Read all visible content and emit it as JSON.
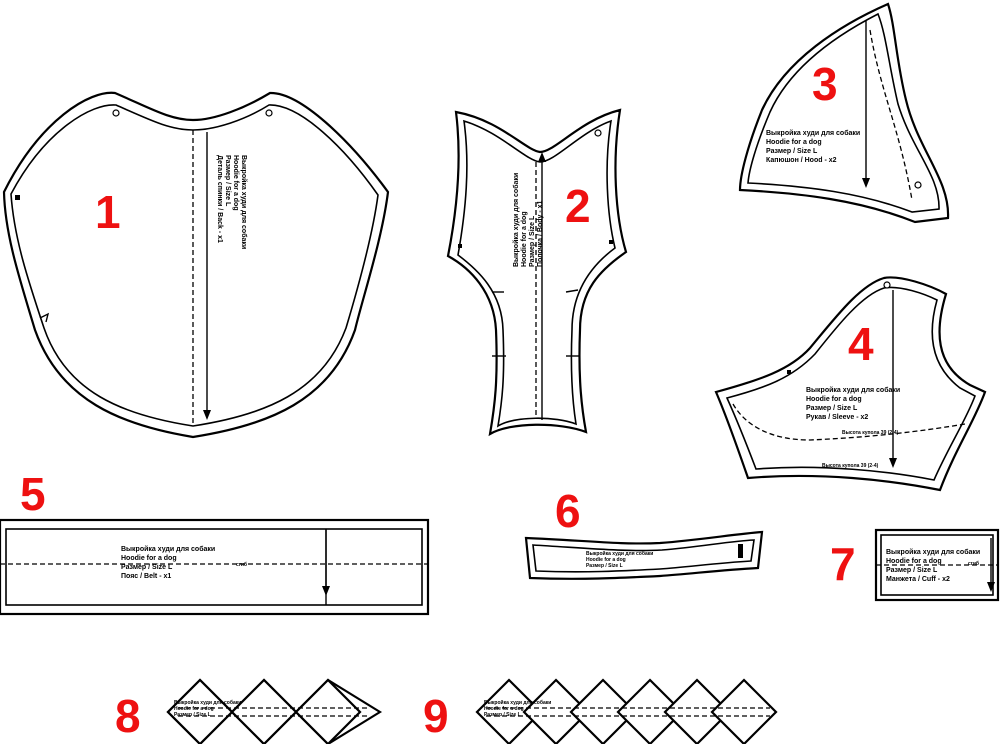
{
  "pieces": [
    {
      "number": "1",
      "label": [
        "Выкройка худи для собаки",
        "Hoodie for a dog",
        "Размер / Size L",
        "Деталь спинки / Back - x1"
      ]
    },
    {
      "number": "2",
      "label": [
        "Выкройка худи для собаки",
        "Hoodie for a dog",
        "Размер / Size L",
        "Полочка / Body - x1"
      ]
    },
    {
      "number": "3",
      "label": [
        "Выкройка худи для собаки",
        "Hoodie for a dog",
        "Размер / Size L",
        "Капюшон / Hood - x2"
      ]
    },
    {
      "number": "4",
      "label": [
        "Выкройка худи для собаки",
        "Hoodie for a dog",
        "Размер / Size L",
        "Рукав / Sleeve - x2"
      ],
      "notes": [
        "Высота купола 39 (2-4)",
        "Высота купола 39 (2-4)"
      ]
    },
    {
      "number": "5",
      "label": [
        "Выкройка худи для собаки",
        "Hoodie for a dog",
        "Размер / Size L",
        "Пояс / Belt - x1"
      ],
      "side_note": "сгиб"
    },
    {
      "number": "6",
      "label": [
        "Выкройка худи для собаки",
        "Hoodie for a dog",
        "Размер / Size L"
      ]
    },
    {
      "number": "7",
      "label": [
        "Выкройка худи для собаки",
        "Hoodie for a dog",
        "Размер / Size L",
        "Манжета / Cuff - x2"
      ],
      "side_note": "сгиб"
    },
    {
      "number": "8",
      "label": [
        "Выкройка худи для собаки",
        "Hoodie for a dog",
        "Размер / Size L"
      ]
    },
    {
      "number": "9",
      "label": [
        "Выкройка худи для собаки",
        "Hoodie for a dog",
        "Размер / Size L"
      ]
    }
  ],
  "colors": {
    "numbers": "#ee1111",
    "lines": "#000000",
    "background": "#ffffff"
  }
}
